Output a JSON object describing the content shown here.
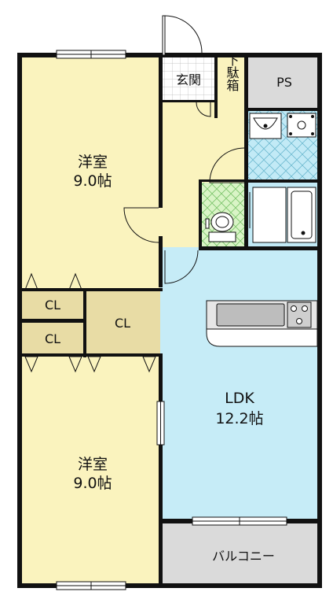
{
  "rooms": {
    "bedroom_north": {
      "name": "洋室",
      "size": "9.0帖"
    },
    "bedroom_south": {
      "name": "洋室",
      "size": "9.0帖"
    },
    "ldk": {
      "name": "LDK",
      "size": "12.2帖"
    },
    "entrance": {
      "name": "玄関"
    },
    "shoe_box": {
      "name": "下駄箱"
    },
    "pipe_space": {
      "name": "PS"
    },
    "closet_upper": {
      "name": "CL"
    },
    "closet_lower": {
      "name": "CL"
    },
    "closet_center": {
      "name": "CL"
    },
    "balcony": {
      "name": "バルコニー"
    }
  },
  "colors": {
    "room_yellow": "#FAF3BE",
    "ldk_blue": "#C6ECF7",
    "closet_tan": "#E8DCA5",
    "wet_area_green": "#C8F0B4",
    "bath_blue": "#C2EAF6",
    "gray_area": "#DADADA",
    "wall": "#111111"
  },
  "icons": [
    "door-swing-icon",
    "toilet-icon",
    "washbasin-icon",
    "bathtub-icon",
    "kitchen-sink-icon",
    "stove-icon"
  ]
}
